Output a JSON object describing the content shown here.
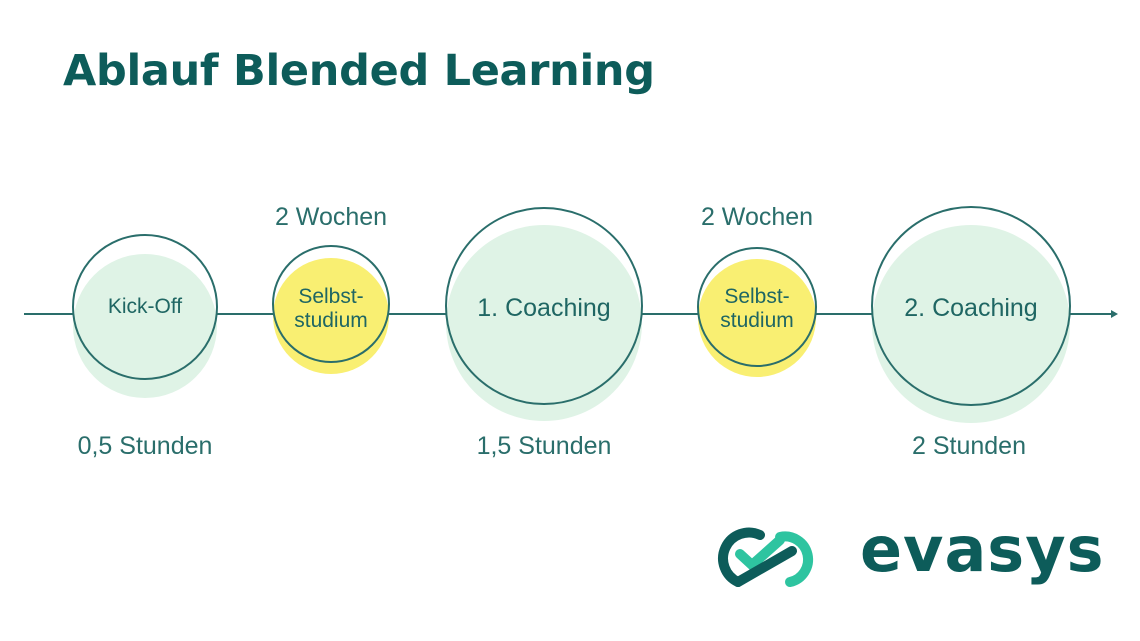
{
  "title": "Ablauf Blended Learning",
  "colors": {
    "title": "#0d5c5a",
    "line": "#2a6e6b",
    "coaching_fill": "#dff3e6",
    "self_study_fill": "#f9ef72",
    "text": "#1f6663",
    "logo_dark": "#0d5c5a",
    "logo_light": "#2ec4a0"
  },
  "timeline": {
    "nodes": [
      {
        "label": "Kick-Off",
        "type": "session",
        "duration_below": "0,5 Stunden"
      },
      {
        "label": "Selbst-\nstudium",
        "type": "self-study",
        "duration_above": "2 Wochen"
      },
      {
        "label": "1. Coaching",
        "type": "session",
        "duration_below": "1,5 Stunden"
      },
      {
        "label": "Selbst-\nstudium",
        "type": "self-study",
        "duration_above": "2 Wochen"
      },
      {
        "label": "2. Coaching",
        "type": "session",
        "duration_below": "2 Stunden"
      }
    ],
    "captions": {
      "kickoff_duration": "0,5 Stunden",
      "self_study_1_duration": "2 Wochen",
      "coaching_1_duration": "1,5 Stunden",
      "self_study_2_duration": "2 Wochen",
      "coaching_2_duration": "2 Stunden"
    }
  },
  "logo": {
    "icon": "evasys-infinity-check-icon",
    "text": "evasys"
  }
}
